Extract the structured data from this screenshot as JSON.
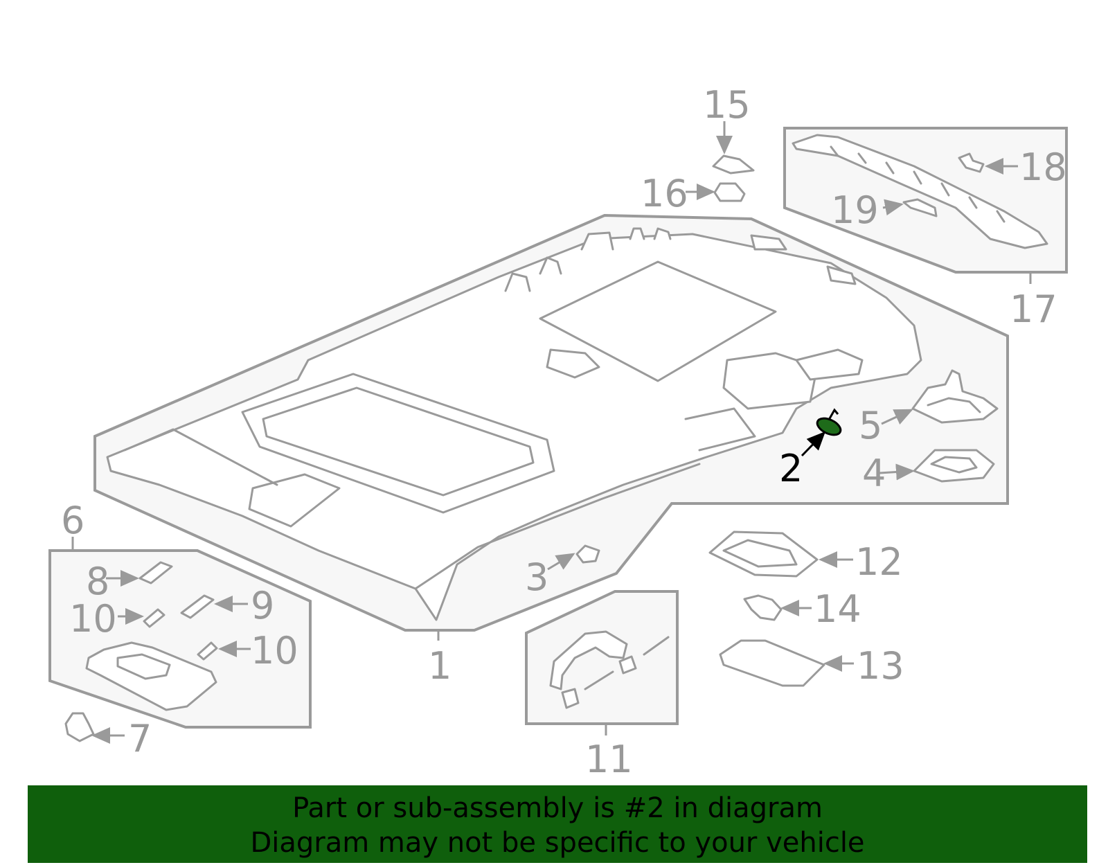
{
  "banner": {
    "line1": "Part or sub-assembly is #2 in diagram",
    "line2": "Diagram may not be specific to your vehicle"
  },
  "colors": {
    "banner_bg": "#0f5f0c",
    "highlight_part": "#1e6b1a",
    "line_gray": "#9a9a9a",
    "panel_fill": "#f7f7f7"
  },
  "highlighted_callout": "2",
  "callouts": {
    "c1": "1",
    "c2": "2",
    "c3": "3",
    "c4": "4",
    "c5": "5",
    "c6": "6",
    "c7": "7",
    "c8": "8",
    "c9": "9",
    "c10a": "10",
    "c10b": "10",
    "c11": "11",
    "c12": "12",
    "c13": "13",
    "c14": "14",
    "c15": "15",
    "c16": "16",
    "c17": "17",
    "c18": "18",
    "c19": "19"
  }
}
